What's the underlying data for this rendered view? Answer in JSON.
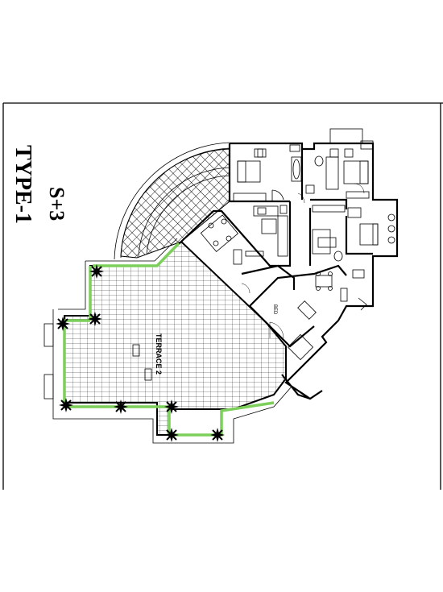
{
  "sheet": {
    "unit_code": "S+3",
    "unit_type": "TYPE-1",
    "terrace_label": "TERRACE 2",
    "room_label": "BED",
    "accent_green": "#7ccf5a",
    "hatch_color": "#000000"
  }
}
